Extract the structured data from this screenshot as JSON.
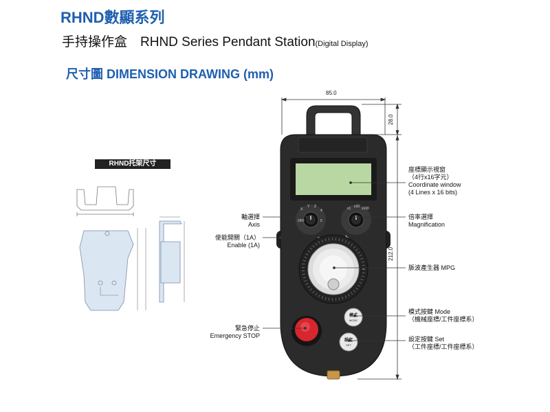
{
  "header": {
    "series_title": "RHND數顯系列",
    "subtitle_main": "手持操作盒　RHND Series Pendant Station",
    "subtitle_suffix": "(Digital Display)",
    "section_title": "尺寸圖  DIMENSION DRAWING (mm)"
  },
  "bracket": {
    "header": "RHND托架尺寸"
  },
  "dimensions": {
    "width": "85.0",
    "handle_height": "28.0",
    "body_height": "212.0"
  },
  "pendant": {
    "mode_key": {
      "zh": "模式",
      "en": "MODE"
    },
    "set_key": {
      "zh": "設定",
      "en": "SET"
    }
  },
  "callouts": {
    "display": [
      "座標顯示視窗",
      "（4行x16字元）",
      "Coordinate window",
      "(4 Lines x 16 bits)"
    ],
    "axis": [
      "軸選擇",
      "Axis"
    ],
    "enable": [
      "使能開關（1A）",
      "Enable (1A)"
    ],
    "magnification": [
      "倍率選擇",
      "Magnification"
    ],
    "mpg": [
      "脈波產生器 MPG"
    ],
    "mode": [
      "模式按鍵 Mode",
      "（機械座標/工件座標系）"
    ],
    "estop": [
      "緊急停止",
      "Emergency STOP"
    ],
    "set": [
      "設定按鍵 Set",
      "（工件座標/工件座標系）"
    ]
  },
  "colors": {
    "brand_blue": "#1f5fb0",
    "body": "#2b2b2b",
    "lcd": "#b9d7a2",
    "estop_red": "#d8262e",
    "brass": "#c8964a"
  }
}
